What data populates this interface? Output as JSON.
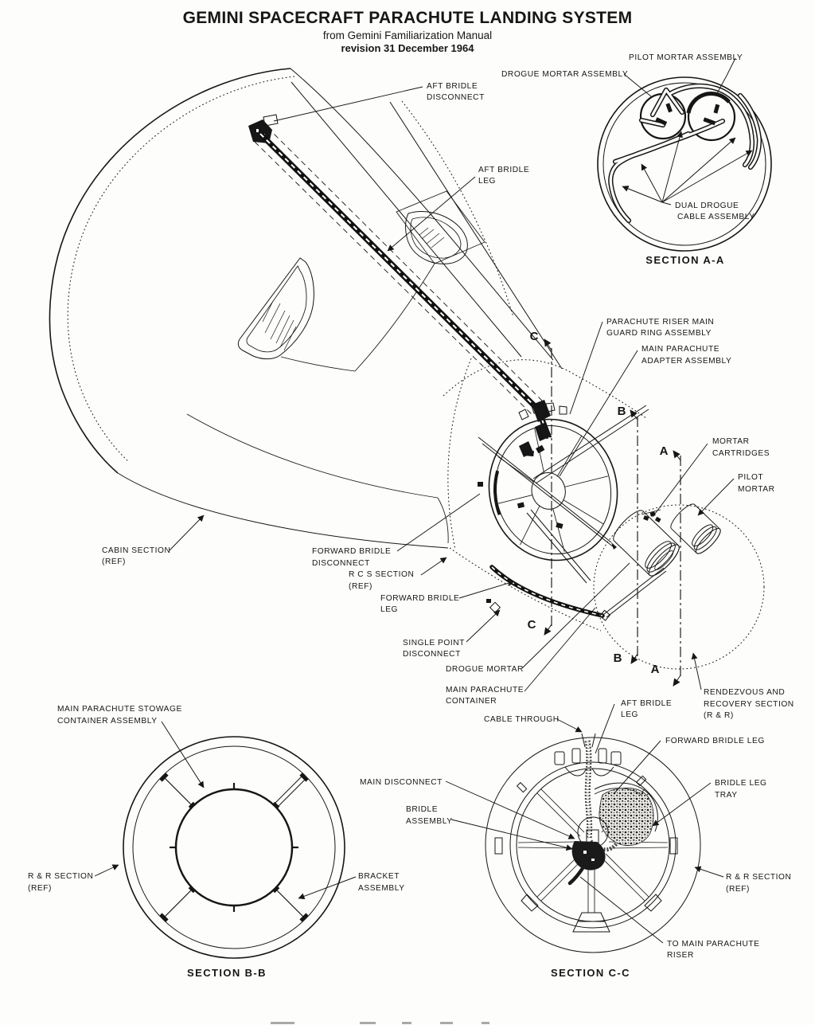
{
  "header": {
    "title": "GEMINI SPACECRAFT PARACHUTE LANDING SYSTEM",
    "subtitle": "from Gemini Familiarization Manual",
    "revision": "revision 31 December 1964"
  },
  "cut_markers": {
    "a": "A",
    "b": "B",
    "c": "C"
  },
  "sections": {
    "aa": "SECTION A-A",
    "bb": "SECTION B-B",
    "cc": "SECTION C-C"
  },
  "callouts": {
    "pilot_mortar_assembly": {
      "l1": "PILOT MORTAR ASSEMBLY"
    },
    "drogue_mortar_assembly": {
      "l1": "DROGUE MORTAR ASSEMBLY"
    },
    "dual_drogue_cable_assembly": {
      "l1": "DUAL DROGUE",
      "l2": "CABLE ASSEMBLY"
    },
    "aft_bridle_disconnect": {
      "l1": "AFT BRIDLE",
      "l2": "DISCONNECT"
    },
    "aft_bridle_leg": {
      "l1": "AFT BRIDLE",
      "l2": "LEG"
    },
    "parachute_riser_main_guard_ring": {
      "l1": "PARACHUTE RISER MAIN",
      "l2": "GUARD RING ASSEMBLY"
    },
    "main_parachute_adapter": {
      "l1": "MAIN PARACHUTE",
      "l2": "ADAPTER ASSEMBLY"
    },
    "mortar_cartridges": {
      "l1": "MORTAR",
      "l2": "CARTRIDGES"
    },
    "pilot_mortar": {
      "l1": "PILOT",
      "l2": "MORTAR"
    },
    "cabin_section": {
      "l1": "CABIN SECTION",
      "l2": "(REF)"
    },
    "forward_bridle_disconnect": {
      "l1": "FORWARD BRIDLE",
      "l2": "DISCONNECT"
    },
    "rcs_section": {
      "l1": "R C S SECTION",
      "l2": "(REF)"
    },
    "forward_bridle_leg": {
      "l1": "FORWARD BRIDLE",
      "l2": "LEG"
    },
    "single_point_disconnect": {
      "l1": "SINGLE POINT",
      "l2": "DISCONNECT"
    },
    "drogue_mortar": {
      "l1": "DROGUE MORTAR"
    },
    "main_parachute_container": {
      "l1": "MAIN PARACHUTE",
      "l2": "CONTAINER"
    },
    "rendezvous_recovery": {
      "l1": "RENDEZVOUS AND",
      "l2": "RECOVERY SECTION",
      "l3": "(R & R)"
    },
    "main_parachute_stowage": {
      "l1": "MAIN PARACHUTE STOWAGE",
      "l2": "CONTAINER ASSEMBLY"
    },
    "rr_section_bb": {
      "l1": "R & R SECTION",
      "l2": "(REF)"
    },
    "bracket_assembly": {
      "l1": "BRACKET",
      "l2": "ASSEMBLY"
    },
    "cable_through": {
      "l1": "CABLE THROUGH"
    },
    "aft_bridle_leg_cc": {
      "l1": "AFT BRIDLE",
      "l2": "LEG"
    },
    "forward_bridle_leg_cc": {
      "l1": "FORWARD BRIDLE LEG"
    },
    "bridle_leg_tray": {
      "l1": "BRIDLE LEG",
      "l2": "TRAY"
    },
    "main_disconnect": {
      "l1": "MAIN DISCONNECT"
    },
    "bridle_assembly": {
      "l1": "BRIDLE",
      "l2": "ASSEMBLY"
    },
    "rr_section_cc": {
      "l1": "R & R SECTION",
      "l2": "(REF)"
    },
    "to_main_parachute_riser": {
      "l1": "TO MAIN PARACHUTE",
      "l2": "RISER"
    }
  },
  "colors": {
    "ink": "#161616",
    "paper": "#fdfdfb"
  }
}
